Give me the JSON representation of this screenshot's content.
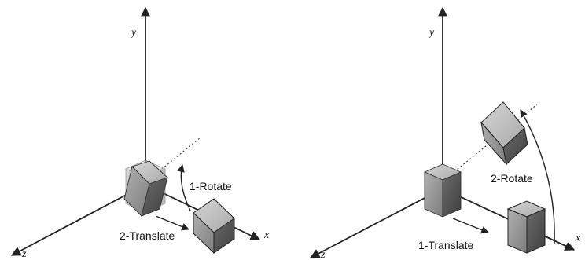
{
  "left_panel": {
    "axes": {
      "x": "x",
      "y": "y",
      "z": "z"
    },
    "steps": {
      "first": "1-Rotate",
      "second": "2-Translate"
    }
  },
  "right_panel": {
    "axes": {
      "x": "x",
      "y": "y",
      "z": "z"
    },
    "steps": {
      "first": "1-Translate",
      "second": "2-Rotate"
    }
  },
  "colors": {
    "axis": "#222222",
    "cube_front": "#9a9a9a",
    "cube_side": "#5e5e5e",
    "cube_top": "#c8c8c8",
    "ghost_cube": "#b9b9b9"
  }
}
